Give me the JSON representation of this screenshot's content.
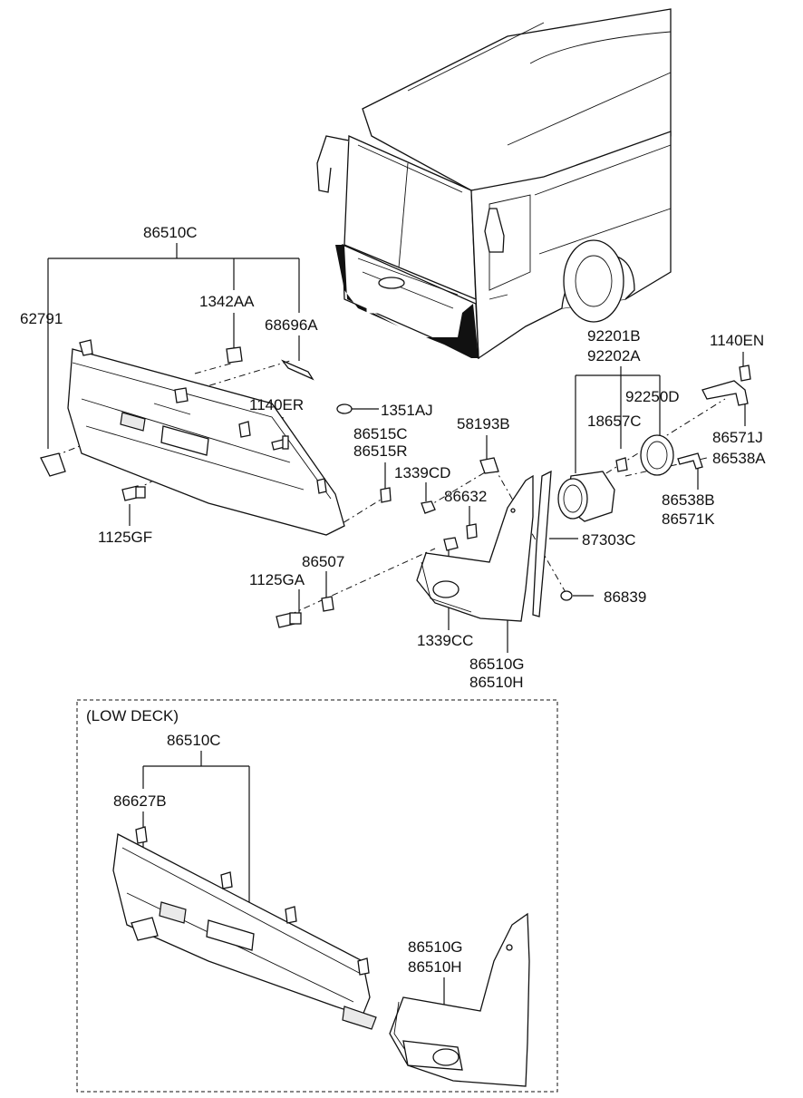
{
  "labels": {
    "l_86510C_top": "86510C",
    "l_62791": "62791",
    "l_1342AA": "1342AA",
    "l_68696A": "68696A",
    "l_1140ER": "1140ER",
    "l_1351AJ": "1351AJ",
    "l_86515C": "86515C",
    "l_86515R": "86515R",
    "l_58193B": "58193B",
    "l_1339CD": "1339CD",
    "l_86632": "86632",
    "l_1125GF": "1125GF",
    "l_86507": "86507",
    "l_1125GA": "1125GA",
    "l_1339CC": "1339CC",
    "l_86510G_top": "86510G",
    "l_86510H_top": "86510H",
    "l_92201B": "92201B",
    "l_92202A": "92202A",
    "l_1140EN": "1140EN",
    "l_92250D": "92250D",
    "l_18657C": "18657C",
    "l_86571J": "86571J",
    "l_86538A": "86538A",
    "l_86538B": "86538B",
    "l_86571K": "86571K",
    "l_87303C": "87303C",
    "l_86839": "86839",
    "l_low_deck": "(LOW DECK)",
    "l_86510C_low": "86510C",
    "l_86627B": "86627B",
    "l_86510G_low": "86510G",
    "l_86510H_low": "86510H"
  }
}
